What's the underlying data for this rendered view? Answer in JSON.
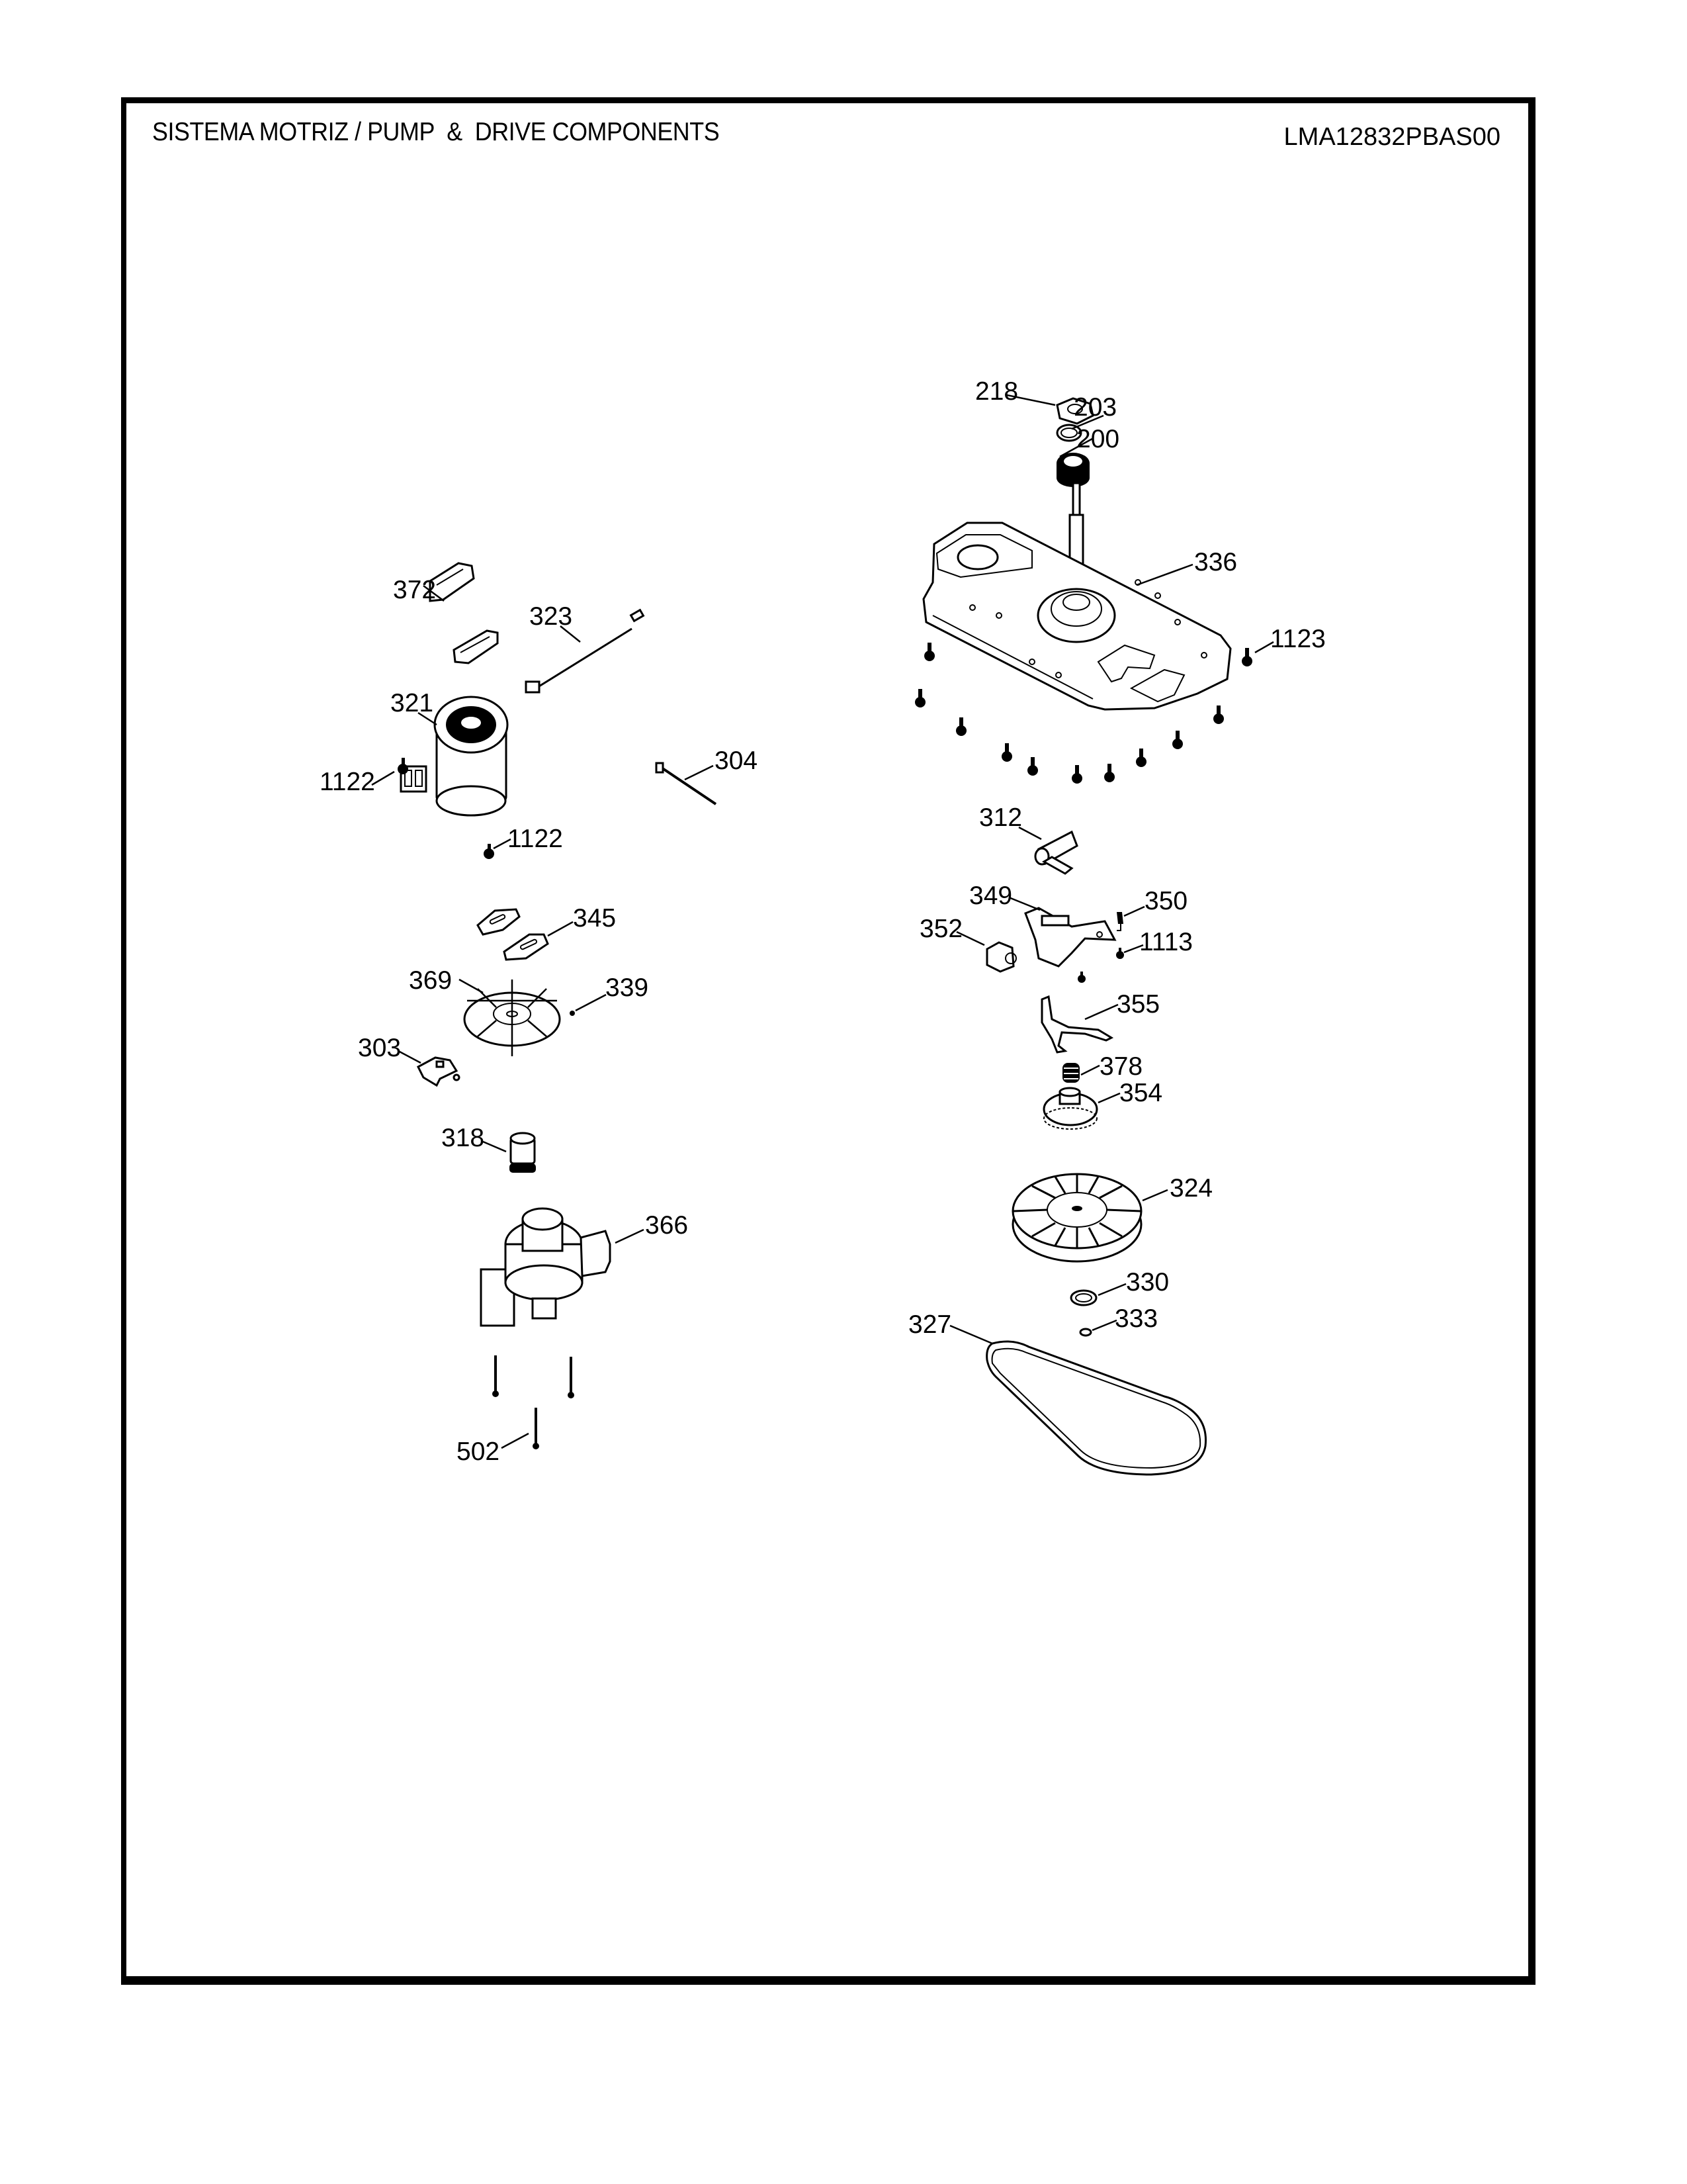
{
  "header": {
    "title": "SISTEMA MOTRIZ / PUMP  &  DRIVE COMPONENTS",
    "model_number": "LMA12832PBAS00"
  },
  "callouts": {
    "c218": "218",
    "c203": "203",
    "c200": "200",
    "c336": "336",
    "c1123": "1123",
    "c372": "372",
    "c323": "323",
    "c321": "321",
    "c1122a": "1122",
    "c304": "304",
    "c1122b": "1122",
    "c345": "345",
    "c369": "369",
    "c339": "339",
    "c303": "303",
    "c318": "318",
    "c366": "366",
    "c502": "502",
    "c312": "312",
    "c349": "349",
    "c350": "350",
    "c352": "352",
    "c1113": "1113",
    "c355": "355",
    "c378": "378",
    "c354": "354",
    "c324": "324",
    "c330": "330",
    "c333": "333",
    "c327": "327"
  }
}
